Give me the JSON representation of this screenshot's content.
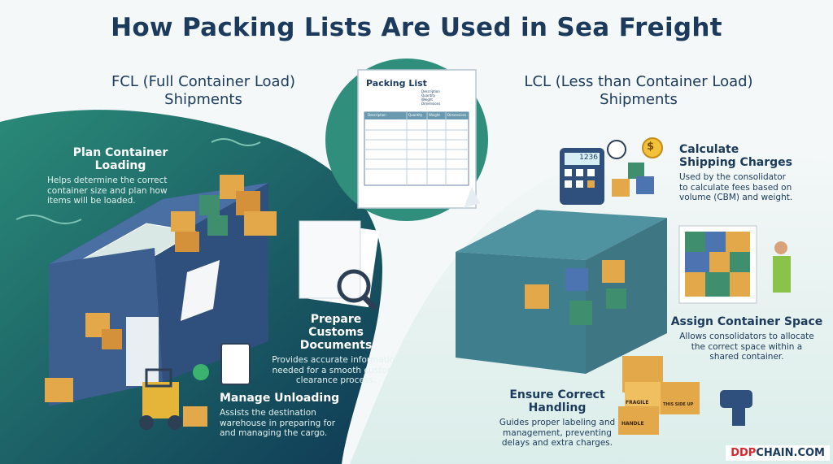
{
  "title": "How Packing Lists Are Used in Sea Freight",
  "fcl": {
    "title_line1": "FCL (Full Container Load)",
    "title_line2": "Shipments",
    "items": [
      {
        "heading_line1": "Plan Container",
        "heading_line2": "Loading",
        "desc_line1": "Helps determine the correct",
        "desc_line2": "container size and plan how",
        "desc_line3": "items will be loaded."
      },
      {
        "heading_line1": "Prepare",
        "heading_line2": "Customs Documents",
        "desc_line1": "Provides accurate information",
        "desc_line2": "needed for a smooth customs",
        "desc_line3": "clearance process."
      },
      {
        "heading_line1": "Manage Unloading",
        "heading_line2": "",
        "desc_line1": "Assists the destination",
        "desc_line2": "warehouse in preparing for",
        "desc_line3": "and managing the cargo."
      }
    ]
  },
  "lcl": {
    "title_line1": "LCL (Less than Container Load)",
    "title_line2": "Shipments",
    "items": [
      {
        "heading_line1": "Calculate",
        "heading_line2": "Shipping Charges",
        "desc_line1": "Used by the consolidator",
        "desc_line2": "to calculate fees based on",
        "desc_line3": "volume (CBM) and weight."
      },
      {
        "heading_line1": "Assign Container Space",
        "heading_line2": "",
        "desc_line1": "Allows consolidators to allocate",
        "desc_line2": "the correct space within a",
        "desc_line3": "shared container."
      },
      {
        "heading_line1": "Ensure Correct",
        "heading_line2": "Handling",
        "desc_line1": "Guides proper labeling and",
        "desc_line2": "management, preventing",
        "desc_line3": "delays and extra charges."
      }
    ]
  },
  "packing_list": {
    "title": "Packing List",
    "fields": [
      "Description",
      "Quantity",
      "Weight",
      "Dimensions"
    ],
    "columns": [
      "Description",
      "Quantity",
      "Weight",
      "Dimensions"
    ]
  },
  "calculator_display": "1236",
  "currency_symbol": "$",
  "box_labels": {
    "fragile": "FRAGILE",
    "handle": "HANDLE",
    "this_side_up": "THIS SIDE UP"
  },
  "brand": {
    "part1": "DDP",
    "part2": "CHAIN.COM"
  },
  "colors": {
    "navy": "#1b3a5c",
    "teal": "#1e7a6e",
    "container_blue": "#3d5f8f",
    "box_orange": "#e2a84a",
    "brand_red": "#d8262d"
  }
}
